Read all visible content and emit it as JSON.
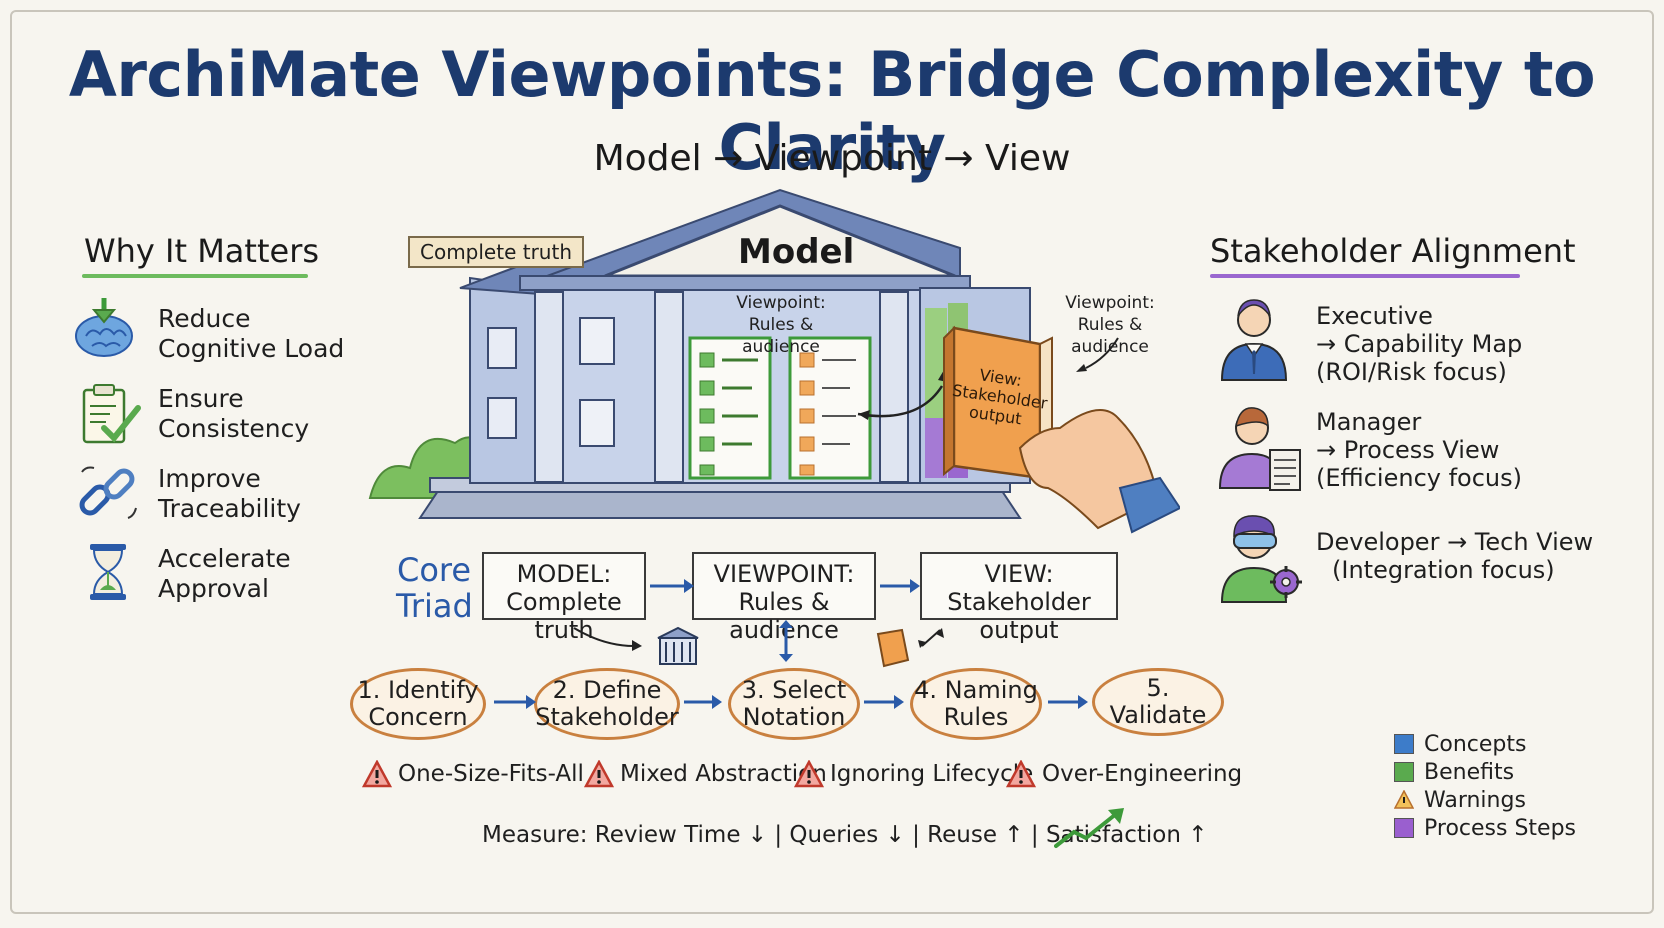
{
  "title": "ArchiMate Viewpoints: Bridge Complexity to Clarity",
  "subtitle": "Model → Viewpoint → View",
  "why": {
    "heading": "Why It Matters",
    "items": [
      {
        "line1": "Reduce",
        "line2": "Cognitive Load",
        "icon": "brain-icon"
      },
      {
        "line1": "Ensure",
        "line2": "Consistency",
        "icon": "clipboard-check-icon"
      },
      {
        "line1": "Improve",
        "line2": "Traceability",
        "icon": "chain-link-icon"
      },
      {
        "line1": "Accelerate",
        "line2": "Approval",
        "icon": "hourglass-icon"
      }
    ]
  },
  "illustration": {
    "complete_truth_tag": "Complete truth",
    "model_label": "Model",
    "viewpoint_label_1": "Viewpoint:",
    "viewpoint_label_2": "Rules & audience",
    "right_label_1": "Viewpoint:",
    "right_label_2": "Rules & audience",
    "book_label_1": "View:",
    "book_label_2": "Stakeholder",
    "book_label_3": "output"
  },
  "stakeholders": {
    "heading": "Stakeholder Alignment",
    "items": [
      {
        "line1": "Executive",
        "line2": "→ Capability Map",
        "line3": "(ROI/Risk focus)",
        "icon": "executive-avatar-icon"
      },
      {
        "line1": "Manager",
        "line2": "→ Process View",
        "line3": "(Efficiency focus)",
        "icon": "manager-avatar-icon"
      },
      {
        "line1": "Developer → Tech View",
        "line2": "(Integration focus)",
        "line3": "",
        "icon": "developer-avatar-icon"
      }
    ]
  },
  "core_triad": {
    "label_1": "Core",
    "label_2": "Triad",
    "boxes": [
      {
        "line1": "MODEL:",
        "line2": "Complete truth"
      },
      {
        "line1": "VIEWPOINT:",
        "line2": "Rules & audience"
      },
      {
        "line1": "VIEW:",
        "line2": "Stakeholder output"
      }
    ]
  },
  "steps": [
    {
      "line1": "1. Identify",
      "line2": "Concern"
    },
    {
      "line1": "2. Define",
      "line2": "Stakeholder"
    },
    {
      "line1": "3. Select",
      "line2": "Notation"
    },
    {
      "line1": "4. Naming",
      "line2": "Rules"
    },
    {
      "line1": "5. Validate",
      "line2": ""
    }
  ],
  "warnings": [
    "One-Size-Fits-All",
    "Mixed Abstraction",
    "Ignoring Lifecycle",
    "Over-Engineering"
  ],
  "measure": "Measure: Review Time ↓ | Queries ↓ | Reuse ↑ | Satisfaction ↑",
  "legend": [
    {
      "label": "Concepts",
      "color": "#3d7cc9"
    },
    {
      "label": "Benefits",
      "color": "#5aaa4e"
    },
    {
      "label": "Warnings",
      "color": "#e8a53a"
    },
    {
      "label": "Process Steps",
      "color": "#9a5fcf"
    }
  ],
  "colors": {
    "title": "#1c3a6e",
    "concept_blue": "#2a5aa8",
    "step_border": "#c9803f",
    "warning_red": "#d9433b"
  }
}
